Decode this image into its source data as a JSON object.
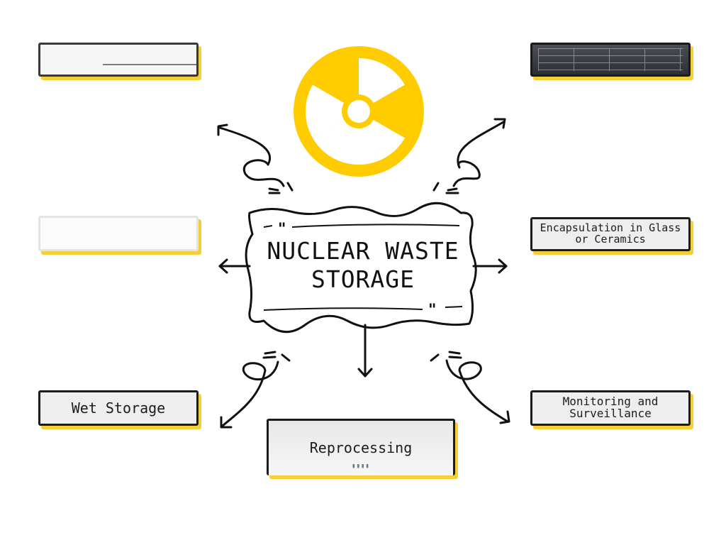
{
  "center": {
    "line1": "NUCLEAR WASTE",
    "line2": "STORAGE"
  },
  "nodes": {
    "top_left": "",
    "top_right": "",
    "mid_left": "",
    "mid_right": "Encapsulation in Glass or Ceramics",
    "bottom_left": "Wet Storage",
    "bottom_center": "Reprocessing",
    "bottom_right": "Monitoring and Surveillance"
  },
  "colors": {
    "accent_yellow": "#f5cf3a",
    "radiation_yellow": "#ffcc00",
    "ink": "#1c1c1c"
  },
  "icons": {
    "center_top": "radiation-icon"
  }
}
